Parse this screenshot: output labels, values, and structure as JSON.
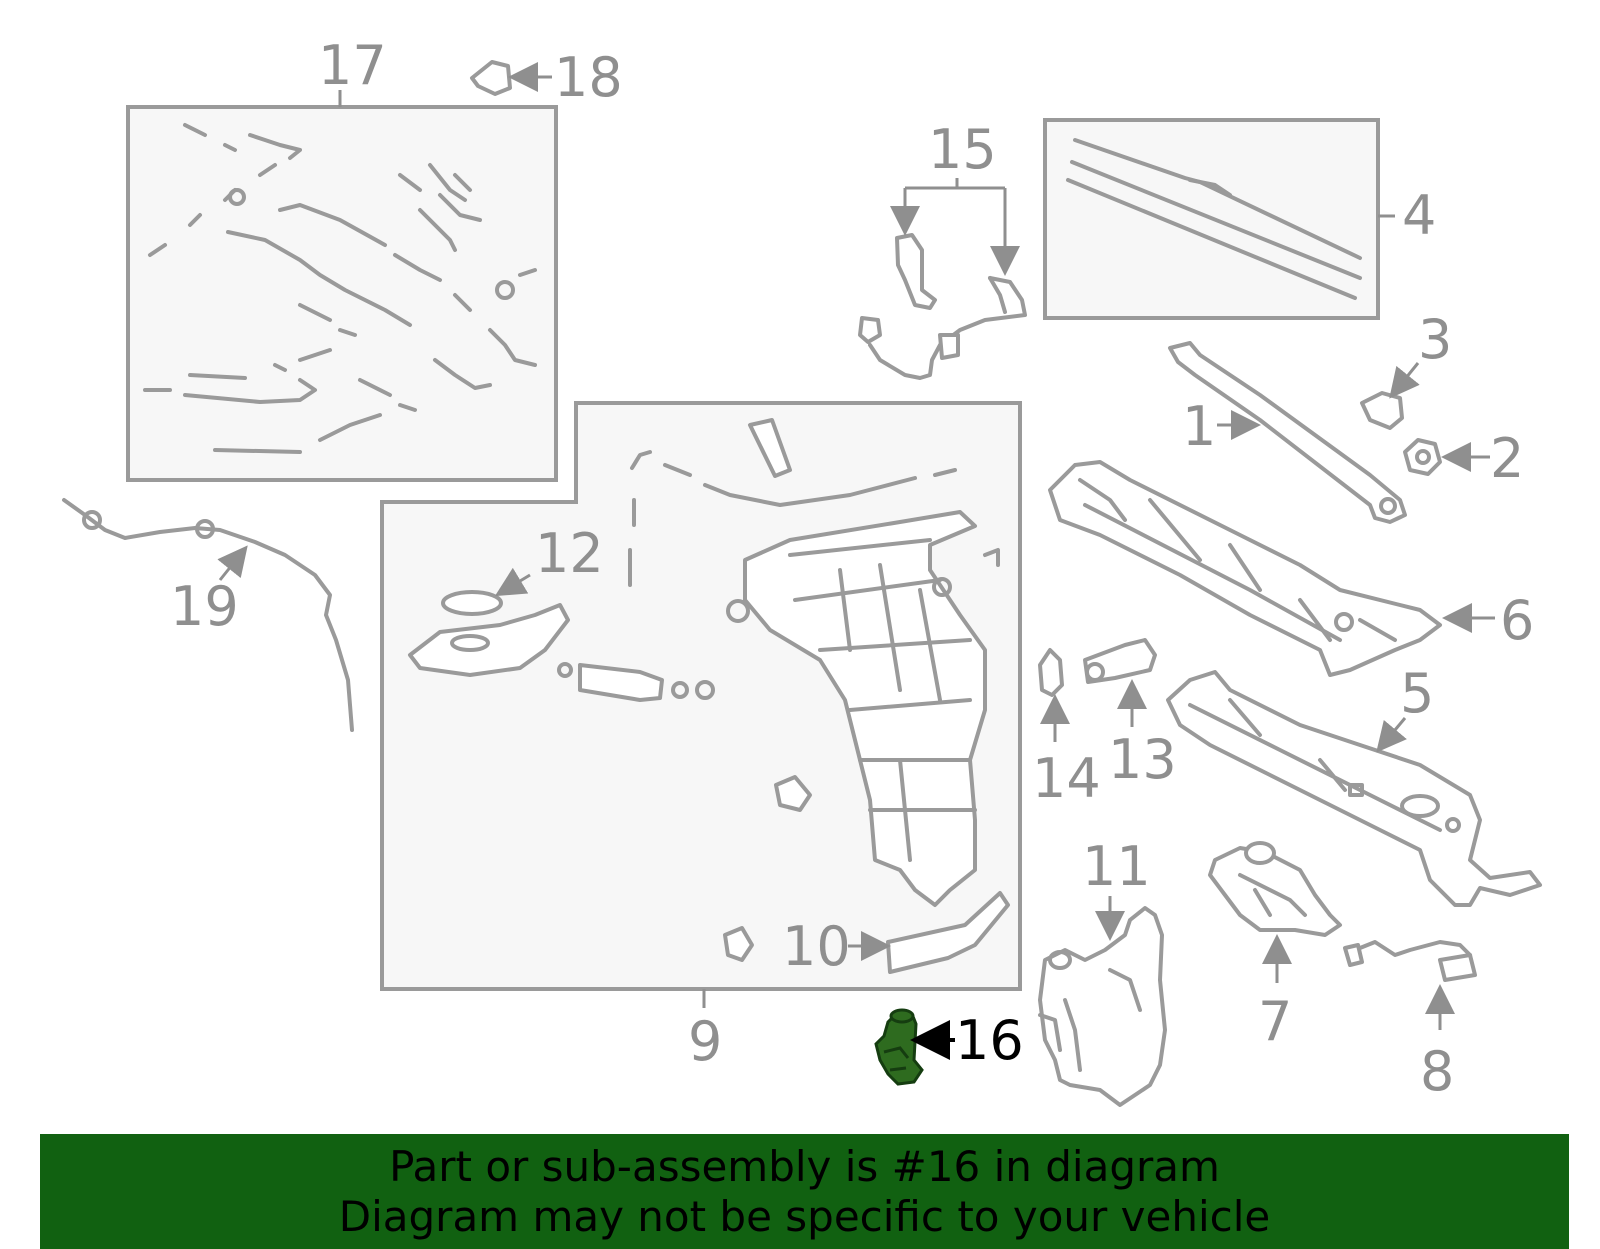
{
  "colors": {
    "banner_background": "#116111",
    "highlight_part": "#2e6b1f",
    "line_gray": "#9a9a9a"
  },
  "callouts": {
    "c1": "1",
    "c2": "2",
    "c3": "3",
    "c4": "4",
    "c5": "5",
    "c6": "6",
    "c7": "7",
    "c8": "8",
    "c9": "9",
    "c10": "10",
    "c11": "11",
    "c12": "12",
    "c13": "13",
    "c14": "14",
    "c15": "15",
    "c16": "16",
    "c17": "17",
    "c18": "18",
    "c19": "19"
  },
  "banner": {
    "line1": "Part or sub-assembly is #16 in diagram",
    "line2": "Diagram may not be specific to your vehicle"
  }
}
